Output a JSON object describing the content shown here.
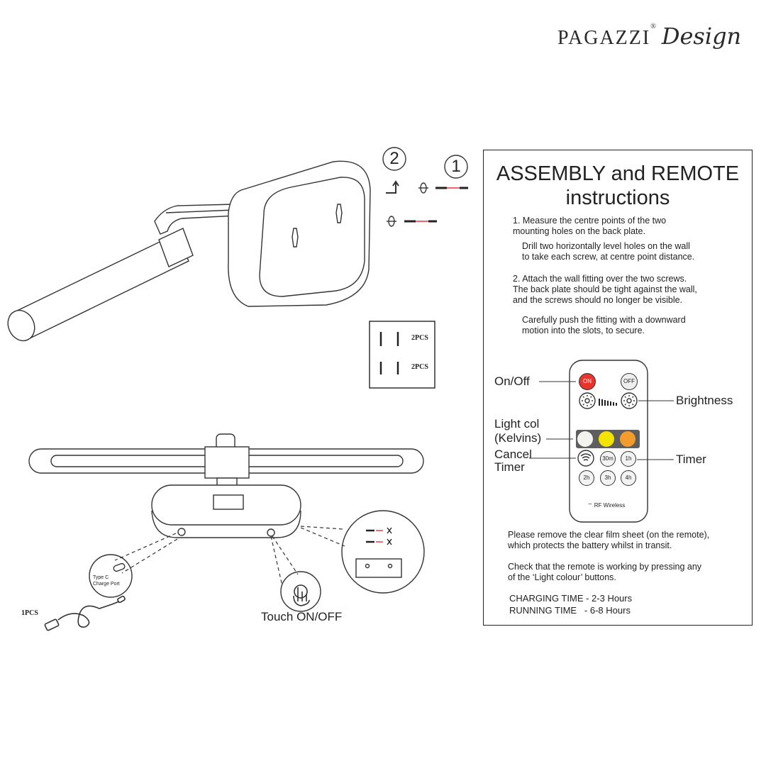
{
  "brand": {
    "name": "PAGAZZI",
    "mark": "®",
    "script": "Design"
  },
  "steps": {
    "one": "1",
    "two": "2"
  },
  "kit": {
    "anchors_qty": "2PCS",
    "screws_qty": "2PCS"
  },
  "cable": {
    "qty": "1PCS"
  },
  "port": {
    "label_line1": "Type C",
    "label_line2": "Charge Port"
  },
  "touch": {
    "label": "Touch ON/OFF"
  },
  "panel": {
    "title_line1": "ASSEMBLY and REMOTE",
    "title_line2": "instructions",
    "step1": "1. Measure the centre points of the two\n    mounting holes on the back plate.",
    "step1b": "Drill two horizontally level holes on the wall\nto take each screw, at centre point distance.",
    "step2": "2. Attach the wall fitting over the two screws.\n    The back plate should be tight against the wall,\n    and the screws should no longer be visible.",
    "step2b": "Carefully push the fitting with a downward\nmotion into the slots, to secure.",
    "remove_film": "Please remove the clear film sheet (on the remote),\nwhich protects the battery whilst in transit.",
    "check_remote": "Check that the remote is working by pressing any\nof the ‘Light colour’ buttons.",
    "charging": "CHARGING TIME - 2-3 Hours",
    "running": "RUNNING TIME   - 6-8 Hours"
  },
  "remote": {
    "on_off_label": "On/Off",
    "brightness_label": "Brightness",
    "light_col_label_1": "Light col",
    "light_col_label_2": "(Kelvins)",
    "cancel_label_1": "Cancel",
    "cancel_label_2": "Timer",
    "timer_label": "Timer",
    "btn_on": "ON",
    "btn_off": "OFF",
    "timers": [
      "30m",
      "1h",
      "2h",
      "3h",
      "4h"
    ],
    "wireless": "RF Wireless",
    "colors": {
      "on": "#e8342b",
      "white": "#f2f2ee",
      "yellow": "#f3e400",
      "orange": "#f39c2c",
      "strip": "#5e5e5e"
    }
  }
}
